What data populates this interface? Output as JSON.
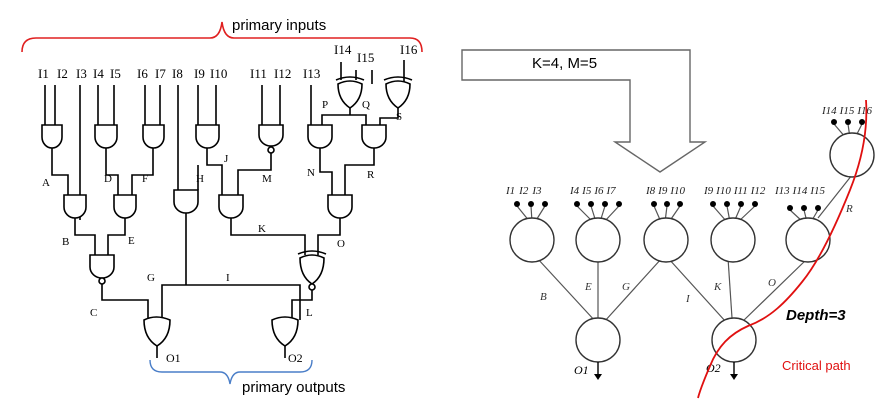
{
  "left_circuit": {
    "primary_inputs_label": "primary inputs",
    "primary_outputs_label": "primary outputs",
    "inputs": [
      "I1",
      "I2",
      "I3",
      "I4",
      "I5",
      "I6",
      "I7",
      "I8",
      "I9",
      "I10",
      "I11",
      "I12",
      "I13",
      "I14",
      "I15",
      "I16"
    ],
    "signals": [
      "A",
      "B",
      "C",
      "D",
      "E",
      "F",
      "G",
      "H",
      "I",
      "J",
      "K",
      "L",
      "M",
      "N",
      "O",
      "P",
      "Q",
      "R",
      "S"
    ],
    "outputs": [
      "O1",
      "O2"
    ],
    "colors": {
      "input_bracket": "#e02020",
      "output_bracket": "#4a7ec8",
      "wires": "#000000"
    }
  },
  "mapping_arrow": {
    "label": "K=4, M=5"
  },
  "right_graph": {
    "input_groups": [
      [
        "I1",
        "I2",
        "I3"
      ],
      [
        "I4",
        "I5",
        "I6",
        "I7"
      ],
      [
        "I8",
        "I9",
        "I10"
      ],
      [
        "I9",
        "I10",
        "I11",
        "I12"
      ],
      [
        "I13",
        "I14",
        "I15"
      ]
    ],
    "top_node_inputs": [
      "I14",
      "I15",
      "I16"
    ],
    "edge_labels": [
      "B",
      "E",
      "G",
      "I",
      "K",
      "O",
      "R"
    ],
    "outputs": [
      "O1",
      "O2"
    ],
    "depth_label": "Depth=3",
    "critical_path_label": "Critical path",
    "colors": {
      "critical_path": "#e01010",
      "nodes": "#333333"
    }
  }
}
